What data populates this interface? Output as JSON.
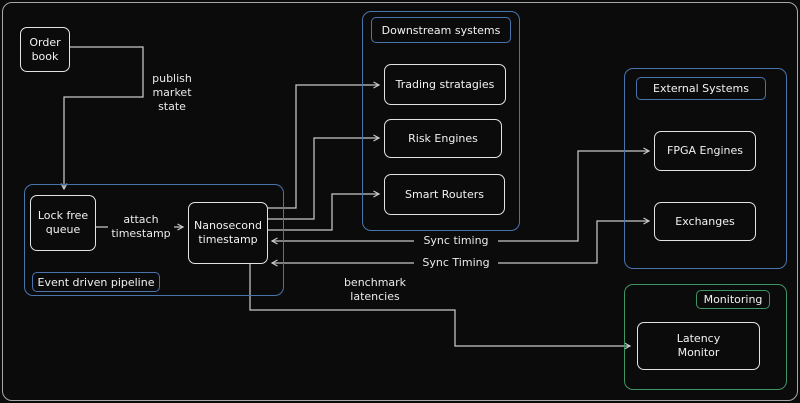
{
  "colors": {
    "background": "#0b0b0c",
    "frame_border": "#a8a8a8",
    "node_stroke": "#e3e3e3",
    "container_blue": "#4a74ad",
    "container_green": "#3f9463",
    "wire": "#c8c8c8",
    "text": "#eaeaea"
  },
  "nodes": {
    "order_book": {
      "label": "Order\nbook"
    },
    "lock_free_queue": {
      "label": "Lock free\nqueue"
    },
    "nanosecond_timestamp": {
      "label": "Nanosecond\ntimestamp"
    },
    "trading_strategies": {
      "label": "Trading stratagies"
    },
    "risk_engines": {
      "label": "Risk Engines"
    },
    "smart_routers": {
      "label": "Smart Routers"
    },
    "fpga_engines": {
      "label": "FPGA Engines"
    },
    "exchanges": {
      "label": "Exchanges"
    },
    "latency_monitor": {
      "label": "Latency\nMonitor"
    }
  },
  "containers": {
    "event_driven_pipeline": {
      "label": "Event driven pipeline"
    },
    "downstream_systems": {
      "label": "Downstream systems"
    },
    "external_systems": {
      "label": "External Systems"
    },
    "monitoring": {
      "label": "Monitoring"
    }
  },
  "edges": [
    {
      "from": "order_book",
      "to": "lock_free_queue",
      "label": "publish\nmarket\nstate"
    },
    {
      "from": "lock_free_queue",
      "to": "nanosecond_timestamp",
      "label": "attach\ntimestamp"
    },
    {
      "from": "nanosecond_timestamp",
      "to": "trading_strategies"
    },
    {
      "from": "nanosecond_timestamp",
      "to": "risk_engines"
    },
    {
      "from": "nanosecond_timestamp",
      "to": "smart_routers"
    },
    {
      "from": "nanosecond_timestamp",
      "to": "fpga_engines",
      "label": "Sync timing",
      "bidirectional": true
    },
    {
      "from": "nanosecond_timestamp",
      "to": "exchanges",
      "label": "Sync Timing",
      "bidirectional": true
    },
    {
      "from": "nanosecond_timestamp",
      "to": "latency_monitor",
      "label": "benchmark\nlatencies"
    }
  ]
}
